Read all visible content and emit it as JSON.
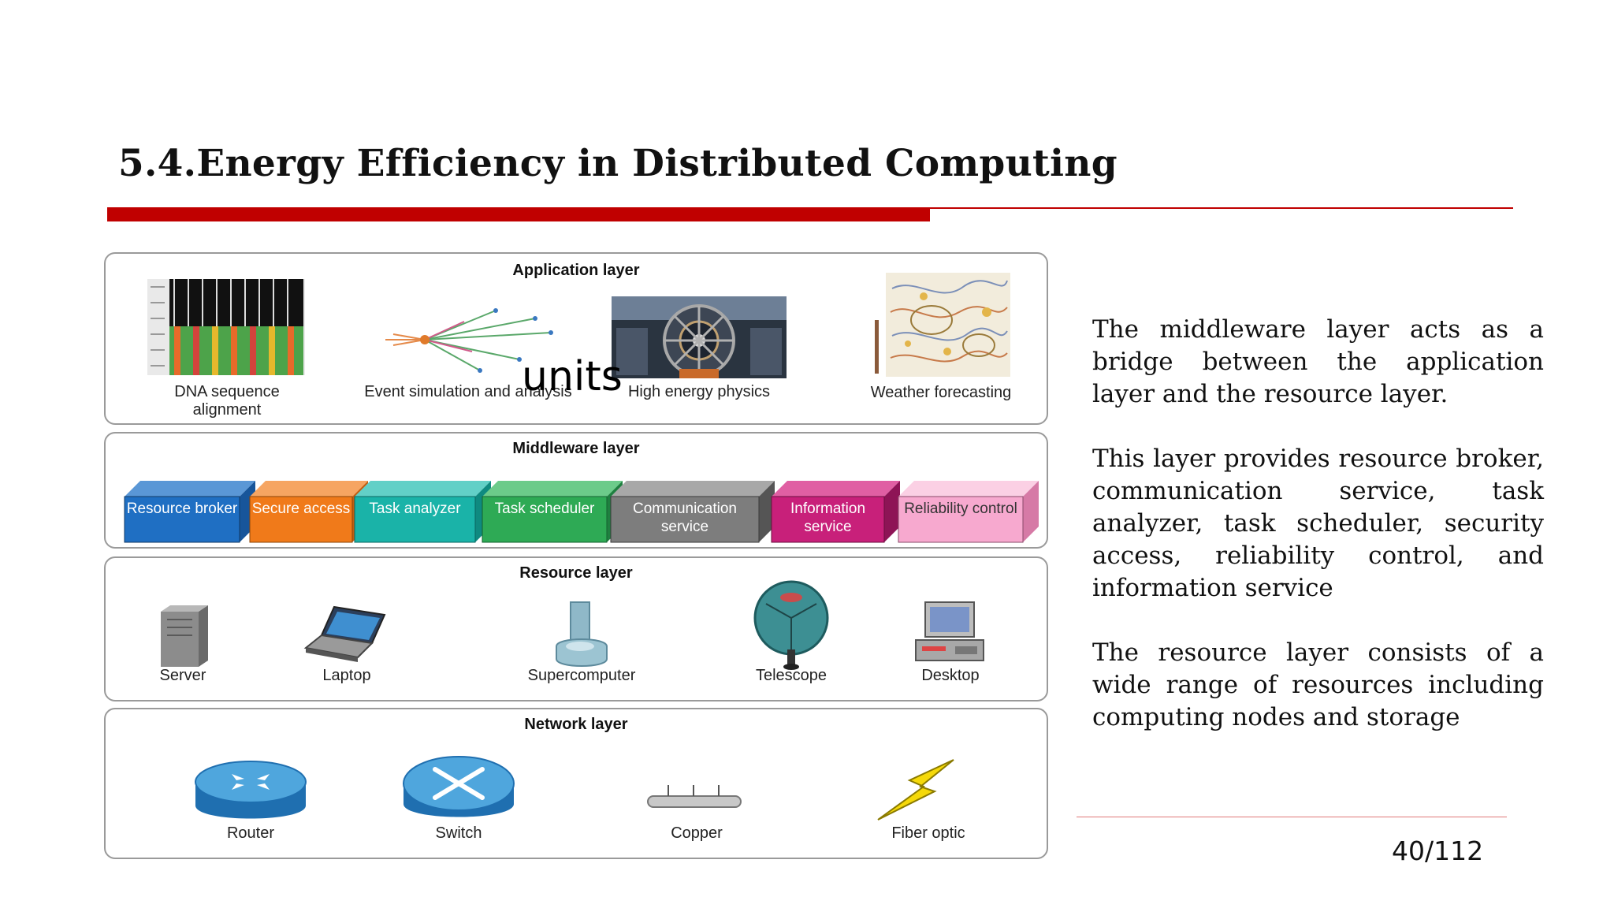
{
  "slide": {
    "title": "5.4.Energy Efficiency in Distributed Computing",
    "page": "40/112"
  },
  "diagram": {
    "overlay_text": "units",
    "application_layer": {
      "title": "Application layer",
      "items": [
        {
          "label": "DNA sequence alignment",
          "icon": "dna-sequence-image"
        },
        {
          "label": "Event simulation and analysis",
          "icon": "event-simulation-image"
        },
        {
          "label": "High energy physics",
          "icon": "particle-detector-photo"
        },
        {
          "label": "Weather forecasting",
          "icon": "weather-map-image"
        }
      ]
    },
    "middleware_layer": {
      "title": "Middleware layer",
      "items": [
        {
          "label": "Resource broker",
          "color": "#1f6fc3"
        },
        {
          "label": "Secure access",
          "color": "#f07a1a"
        },
        {
          "label": "Task analyzer",
          "color": "#1ab3a8"
        },
        {
          "label": "Task scheduler",
          "color": "#2eaa55"
        },
        {
          "label": "Communication service",
          "color": "#7d7d7d"
        },
        {
          "label": "Information service",
          "color": "#c8207a"
        },
        {
          "label": "Reliability control",
          "color": "#f7a9cf"
        }
      ]
    },
    "resource_layer": {
      "title": "Resource layer",
      "items": [
        {
          "label": "Server",
          "icon": "server-icon"
        },
        {
          "label": "Laptop",
          "icon": "laptop-icon"
        },
        {
          "label": "Supercomputer",
          "icon": "supercomputer-icon"
        },
        {
          "label": "Telescope",
          "icon": "telescope-icon"
        },
        {
          "label": "Desktop",
          "icon": "desktop-icon"
        }
      ]
    },
    "network_layer": {
      "title": "Network layer",
      "items": [
        {
          "label": "Router",
          "icon": "router-icon"
        },
        {
          "label": "Switch",
          "icon": "switch-icon"
        },
        {
          "label": "Copper",
          "icon": "copper-cable-icon"
        },
        {
          "label": "Fiber optic",
          "icon": "lightning-bolt-icon"
        }
      ]
    }
  },
  "text": {
    "p1": "The middleware layer acts as a bridge between the application layer and the resource layer.",
    "p2": "This layer provides resource broker, communication service, task analyzer, task scheduler, security access, reliability control, and information service",
    "p3": "The resource layer consists of a wide range of resources including computing nodes and storage"
  }
}
